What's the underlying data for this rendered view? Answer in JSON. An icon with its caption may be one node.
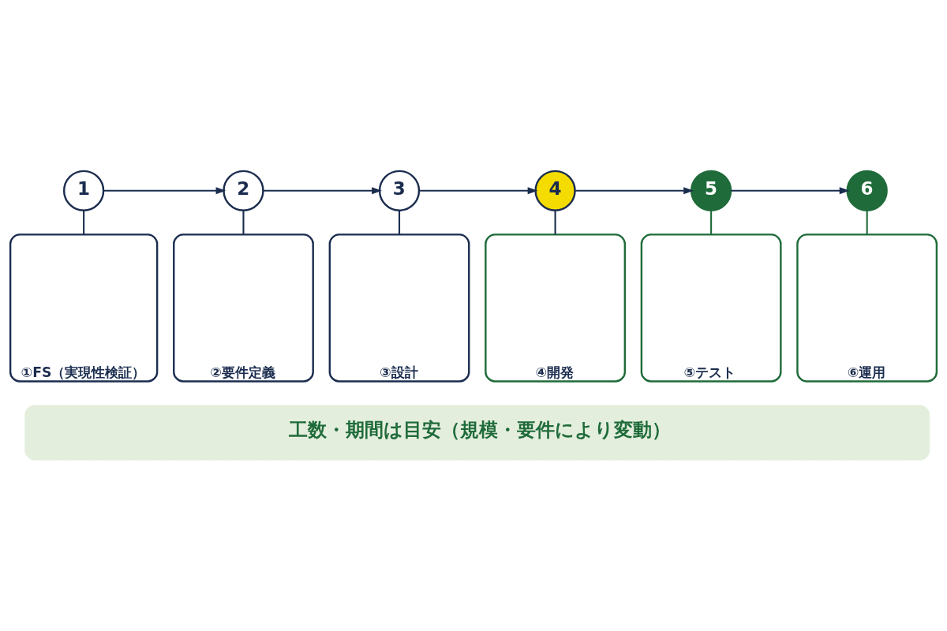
{
  "diagram": {
    "nodes": [
      {
        "text": [
          "1"
        ]
      },
      {
        "text": [
          "2"
        ]
      },
      {
        "text": [
          "3"
        ]
      },
      {
        "text": [
          "4"
        ]
      },
      {
        "text": [
          "5"
        ]
      },
      {
        "text": [
          "6"
        ]
      },
      {
        "text": [
          "①FS（実現性検証）"
        ]
      },
      {
        "text": [
          "②要件定義"
        ]
      },
      {
        "text": [
          "③設計"
        ]
      },
      {
        "text": [
          "④開発"
        ]
      },
      {
        "text": [
          "⑤テスト"
        ]
      },
      {
        "text": [
          "⑥運用"
        ]
      },
      {
        "text": [
          "工数・期間は目安（規模・要件により変動）"
        ]
      }
    ],
    "edges": [
      {
        "from": 0,
        "to": 1,
        "arrow": "to"
      },
      {
        "from": 1,
        "to": 2,
        "arrow": "to"
      },
      {
        "from": 2,
        "to": 3,
        "arrow": "to"
      },
      {
        "from": 3,
        "to": 4,
        "arrow": "to"
      },
      {
        "from": 4,
        "to": 5,
        "arrow": "to"
      },
      {
        "from": 0,
        "to": 6,
        "arrow": "none"
      },
      {
        "from": 1,
        "to": 7,
        "arrow": "none"
      },
      {
        "from": 2,
        "to": 8,
        "arrow": "none"
      },
      {
        "from": 3,
        "to": 9,
        "arrow": "none"
      },
      {
        "from": 4,
        "to": 10,
        "arrow": "none",
        "color": "#1f6b3a"
      },
      {
        "from": 5,
        "to": 11,
        "arrow": "none",
        "color": "#1f6b3a"
      }
    ]
  }
}
